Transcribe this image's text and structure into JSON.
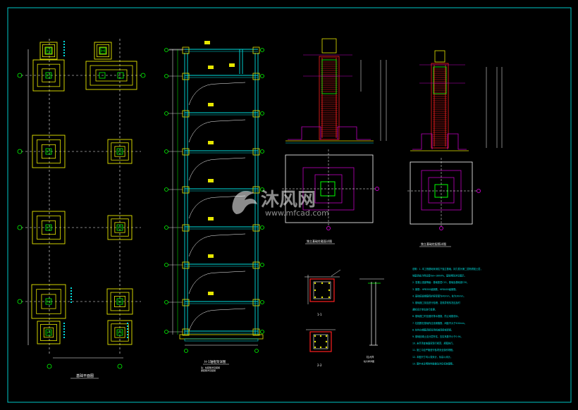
{
  "labels": {
    "plan_title": "基础平面图",
    "frame_title": "H-1轴框架详图",
    "frame_note1": "注：柱配筋详见结施",
    "frame_note2": "梁配筋详见结施",
    "section1_title": "独立基础柱截面详图",
    "section2_title": "独立基础柱配筋详图",
    "cs1_title": "1-1",
    "cs2_title": "2-2",
    "pile_title": "柱大样",
    "pile_sub": "柱大样详图"
  },
  "notes": [
    "说明：1. 本工程基础采用柱下独立基础，持力层为第二层粉质粘土层，",
    "地基承载力特征值fak=180kPa，基础埋深详见图示。",
    "2. 混凝土强度等级：基础垫层C15，基础及基础梁C30。",
    "3. 钢筋：HPB300级钢筋，HRB400级钢筋。",
    "4. 基础底板钢筋保护层厚度为40mm，柱为30mm。",
    "5. 基础施工前应进行验槽，发现异常情况应及时",
    "通知设计单位进行处理。",
    "6. 基础施工时应做好排水措施，防止地基浸水。",
    "7. 柱插筋在基础内应设置箍筋，间距不大于500mm。",
    "8. 柱纵向钢筋连接采用机械连接或焊接。",
    "9. 基础回填土应分层夯实，压实系数不小于0.94。",
    "10. 未尽事宜按国家现行规范、规程执行。",
    "11. 施工中应严格遵守各项安全操作规程。",
    "12. 本图尺寸均以毫米计，标高以米计。",
    "13. 图中未注明的构造做法详见标准图集。"
  ],
  "watermark": {
    "brand": "沐风网",
    "url": "www.mfcad.com"
  },
  "colors": {
    "frame": "#00c8c8",
    "yellow": "#e6e600",
    "white": "#ffffff",
    "green": "#00ff00",
    "magenta": "#c000c0",
    "red": "#ff2020",
    "cyan": "#00e0e0"
  }
}
